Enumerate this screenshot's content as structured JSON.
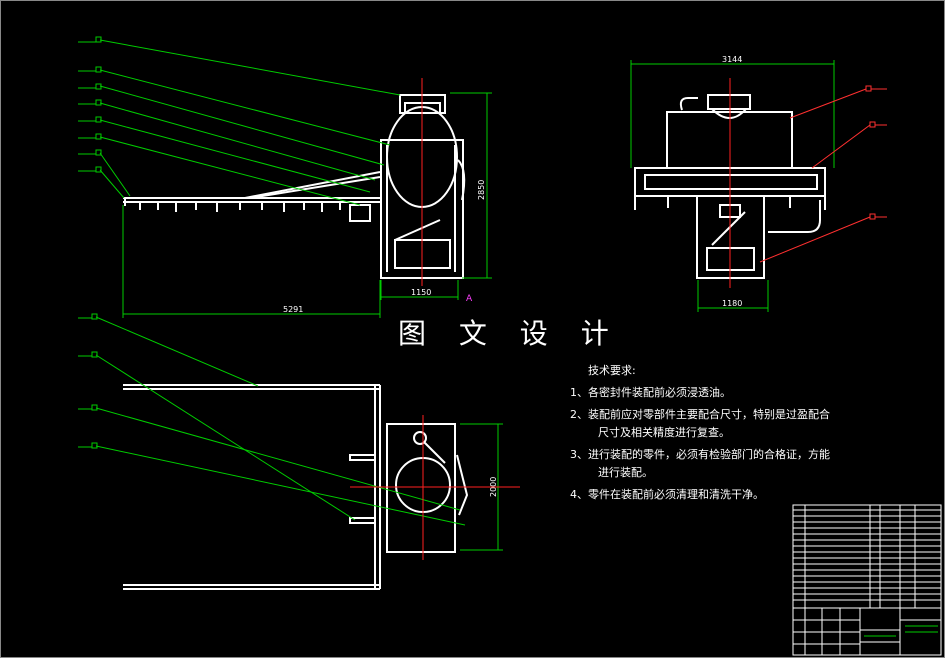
{
  "watermark": "图 文 设 计",
  "dimensions": {
    "side_height": "2850",
    "side_base": "1150",
    "side_reach": "5291",
    "front_width": "3144",
    "front_base": "1180",
    "top_height": "2000"
  },
  "technical_requirements": {
    "title": "技术要求:",
    "items": [
      {
        "line1": "1、各密封件装配前必须浸透油。",
        "line2": ""
      },
      {
        "line1": "2、装配前应对零部件主要配合尺寸，特别是过盈配合",
        "line2": "尺寸及相关精度进行复查。"
      },
      {
        "line1": "3、进行装配的零件，必须有检验部门的合格证，方能",
        "line2": "进行装配。"
      },
      {
        "line1": "4、零件在装配前必须清理和清洗干净。",
        "line2": ""
      }
    ]
  },
  "colors": {
    "background": "#000000",
    "drawing": "#ffffff",
    "leaders": "#00cc00",
    "centerlines": "#ff2020",
    "leaders_red": "#ff3030"
  }
}
